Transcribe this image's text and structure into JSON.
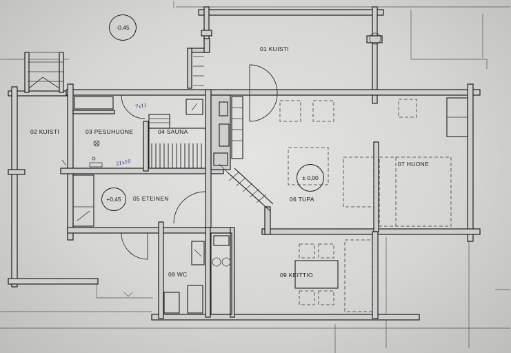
{
  "plan": {
    "rooms": {
      "kuisti_01": "01 KUISTI",
      "kuisti_02": "02 KUISTI",
      "pesuhuone": "03 PESUHUONE",
      "sauna": "04 SAUNA",
      "eteinen": "05 ETEINEN",
      "tupa": "06 TUPA",
      "huone": "07 HUONE",
      "wc": "08 WC",
      "keittio": "09 KEITTIO"
    },
    "levels": {
      "porch": "-0,45",
      "entrance": "+0,45",
      "floor": "± 0,00"
    },
    "handwritten": {
      "note_a": "7x11",
      "note_b": "21x10"
    }
  },
  "colors": {
    "ink": "#1e1e1e",
    "paper": "#e4e4e2",
    "handwriting": "#1c2a6e"
  }
}
